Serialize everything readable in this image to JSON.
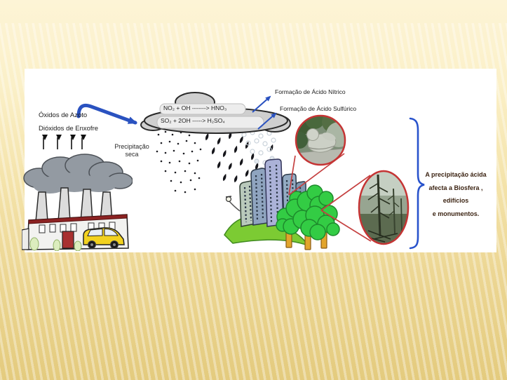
{
  "diagram": {
    "emissions": {
      "nitrogen_oxides": "Óxidos de Azoto",
      "sulfur_dioxides": "Dióxidos de Enxofre"
    },
    "dry_precipitation": {
      "line1": "Precipitação",
      "line2": "seca"
    },
    "cloud": {
      "nitric_equation": "NO₂ + OH -------> HNO₃",
      "sulfuric_equation": "SO₂ + 2OH -----> H₂SO₄"
    },
    "formation": {
      "nitric": "Formação de Ácido Nítrico",
      "sulfuric": "Formação de Ácido Sulfúrico"
    },
    "impact": {
      "line1": "A precipitação ácida",
      "line2": "afecta a Biosfera ,",
      "line3": "edifícios",
      "line4": "e monumentos."
    },
    "colors": {
      "transport_arrow_blue": "#2a52c0",
      "brace_blue": "#2953cc",
      "callout_red": "#c54040",
      "impact_text": "#3c2413",
      "background_top": "#fdf4d6",
      "background_bottom": "#e4cb7e",
      "panel": "#ffffff"
    }
  }
}
